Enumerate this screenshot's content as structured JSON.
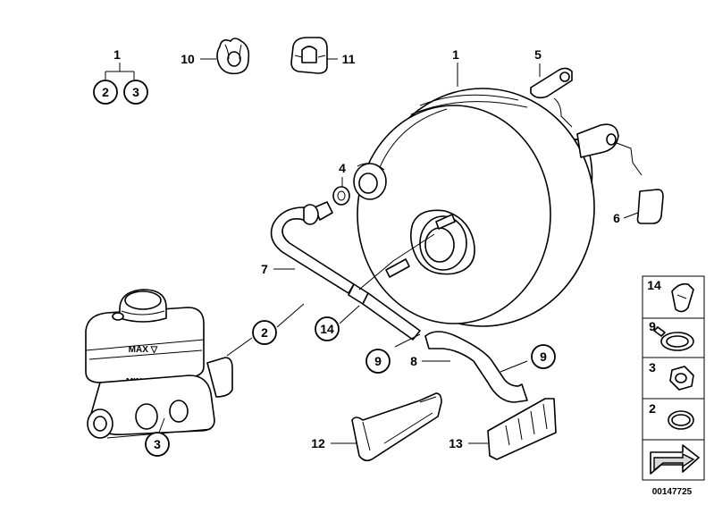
{
  "diagram": {
    "reference_number": "00147725",
    "plain_labels": {
      "l1_top": "1",
      "l1_booster": "1",
      "l10": "10",
      "l11": "11",
      "l5": "5",
      "l4": "4",
      "l6": "6",
      "l7": "7",
      "l8": "8",
      "l12": "12",
      "l13": "13"
    },
    "circle_labels": {
      "c2_top": "2",
      "c3_top": "3",
      "c2_mid": "2",
      "c14_mid": "14",
      "c9_a": "9",
      "c9_b": "9",
      "c3_bottom": "3"
    },
    "legend": [
      {
        "number": "14",
        "icon": "hose-clip-icon"
      },
      {
        "number": "9",
        "icon": "hose-clamp-icon"
      },
      {
        "number": "3",
        "icon": "hex-nut-icon"
      },
      {
        "number": "2",
        "icon": "o-ring-icon"
      },
      {
        "number": "",
        "icon": "arrow-icon"
      }
    ]
  }
}
